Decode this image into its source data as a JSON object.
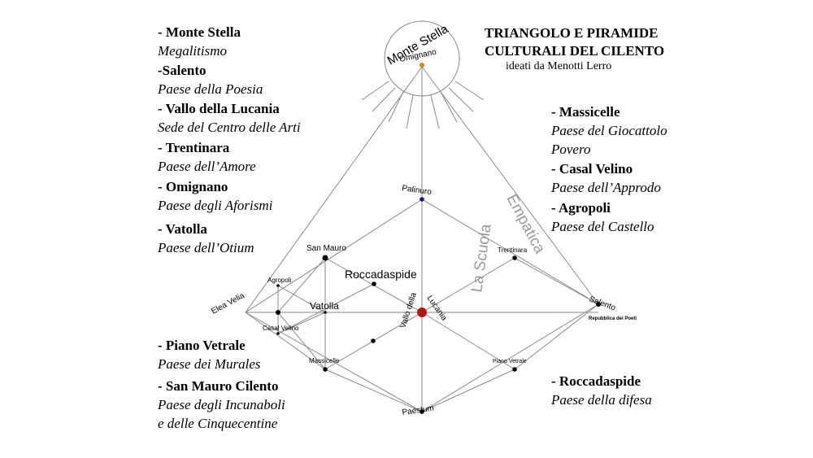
{
  "title": {
    "line1": "TRIANGOLO E PIRAMIDE",
    "line2": "CULTURALI DEL CILENTO",
    "subtitle": "ideati da Menotti Lerro"
  },
  "legend_left_top": [
    {
      "name": "- Monte Stella",
      "desc": "Megalitismo"
    },
    {
      "name": "-Salento",
      "desc": "Paese della Poesia"
    },
    {
      "name": "- Vallo della Lucania",
      "desc": "Sede del Centro delle Arti"
    },
    {
      "name": "- Trentinara",
      "desc": "Paese dell’Amore"
    },
    {
      "name": "- Omignano",
      "desc": "Paese degli Aforismi"
    },
    {
      "name": "- Vatolla",
      "desc": "Paese dell’Otium"
    }
  ],
  "legend_left_bottom": [
    {
      "name": "- Piano Vetrale",
      "desc": "Paese dei Murales"
    },
    {
      "name": "- San Mauro Cilento",
      "desc": "Paese degli Incunaboli",
      "desc2": "e delle Cinquecentine"
    }
  ],
  "legend_right_top": [
    {
      "name": "- Massicelle",
      "desc": "Paese del Giocattolo",
      "desc2": "Povero"
    },
    {
      "name": "- Casal Velino",
      "desc": "Paese dell’Approdo"
    },
    {
      "name": "- Agropoli",
      "desc": "Paese del Castello"
    }
  ],
  "legend_right_bottom": [
    {
      "name": "- Roccadaspide",
      "desc": "Paese della difesa"
    }
  ],
  "diagram": {
    "summit_label": "Monte Stella",
    "summit_sub": "Omignano",
    "vertical_labels": {
      "scuola": "La Scuola",
      "empatica": "Empatica"
    },
    "places": {
      "palinuro": "Palinuro",
      "san_mauro": "San Mauro",
      "roccadaspide": "Roccadaspide",
      "trentinara": "Trentinara",
      "agropoli": "Agropoli",
      "elea_velia": "Elea Velia",
      "vatolla": "Vatolla",
      "casal_velino": "Casal Velino",
      "vallo": "Vallo della Lucania",
      "salento": "Salento",
      "repubblica": "Repubblica dei Poeti",
      "massicelle": "Massicelle",
      "piano_vetrale": "Piano Vetrale",
      "paestum": "Paestum"
    },
    "colors": {
      "line": "#8a8a8a",
      "dot": "#000000",
      "center": "#b01818",
      "palinuro": "#1a1a7a",
      "summit": "#d08a10",
      "soft_text": "#9a9a9a"
    }
  }
}
